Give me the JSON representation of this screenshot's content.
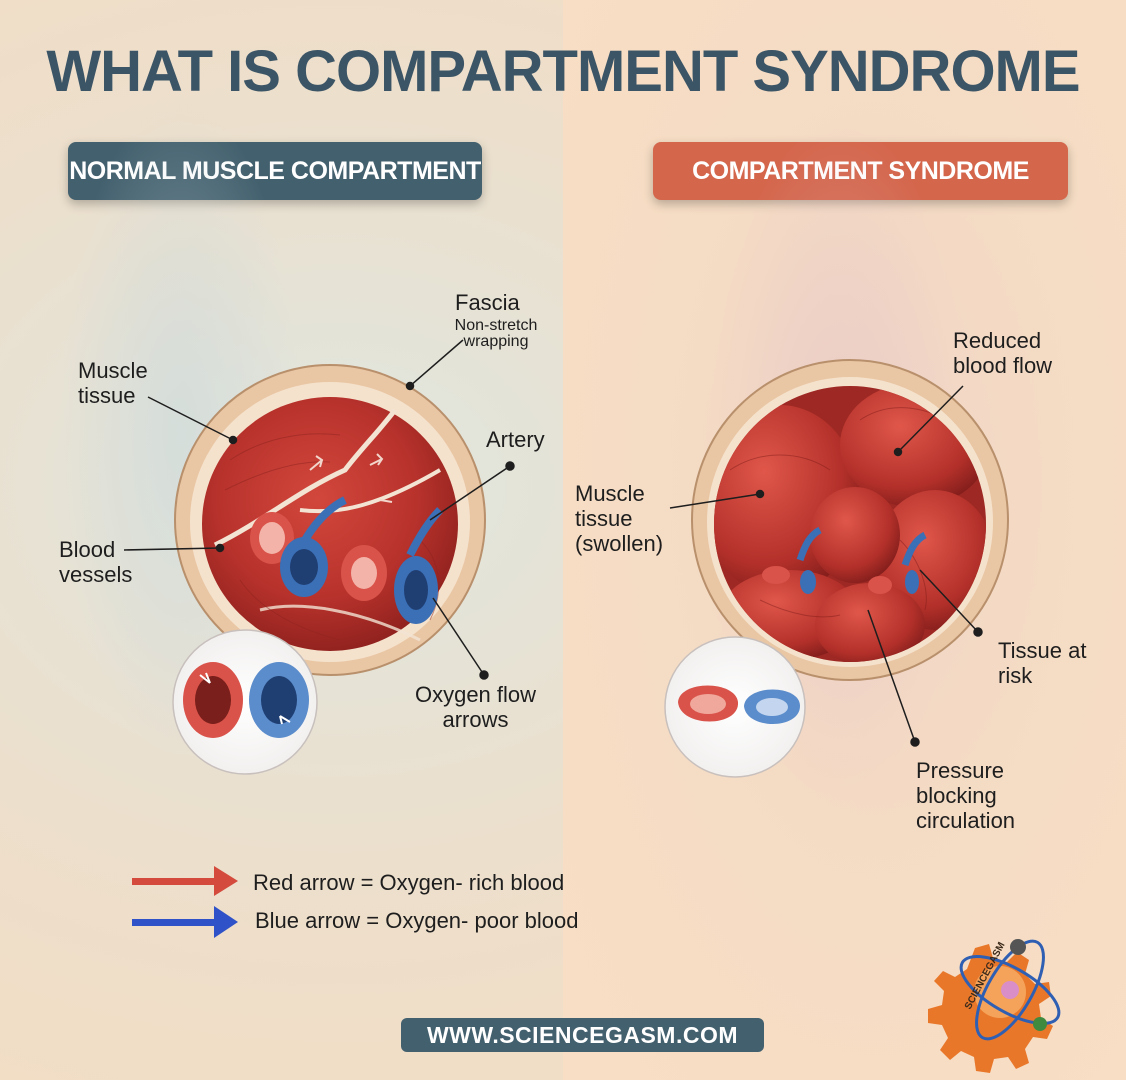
{
  "title": "WHAT IS COMPARTMENT SYNDROME",
  "left_panel": {
    "badge": "NORMAL MUSCLE COMPARTMENT",
    "labels": {
      "fascia": "Fascia",
      "fascia_sub": "Non-stretch wrapping",
      "muscle": "Muscle tissue",
      "artery": "Artery",
      "blood_vessels": "Blood vessels",
      "oxygen": "Oxygen flow arrows"
    }
  },
  "right_panel": {
    "badge": "COMPARTMENT SYNDROME",
    "labels": {
      "reduced": "Reduced blood flow",
      "muscle": "Muscle tissue (swollen)",
      "tissue_risk": "Tissue at risk",
      "pressure": "Pressure blocking circulation"
    }
  },
  "legend": {
    "red": "Red arrow = Oxygen- rich blood",
    "blue": "Blue arrow = Oxygen- poor blood"
  },
  "colors": {
    "title": "#3c5566",
    "badge_left": "#43606e",
    "badge_right": "#d4664c",
    "muscle": "#b8322c",
    "artery": "#d9534a",
    "vein": "#3b6fb6",
    "legend_red": "#d44a3c",
    "legend_blue": "#2f52c8"
  },
  "footer": {
    "website": "WWW.SCIENCEGASM.COM",
    "logo_text": "SCIENCEGASM"
  }
}
